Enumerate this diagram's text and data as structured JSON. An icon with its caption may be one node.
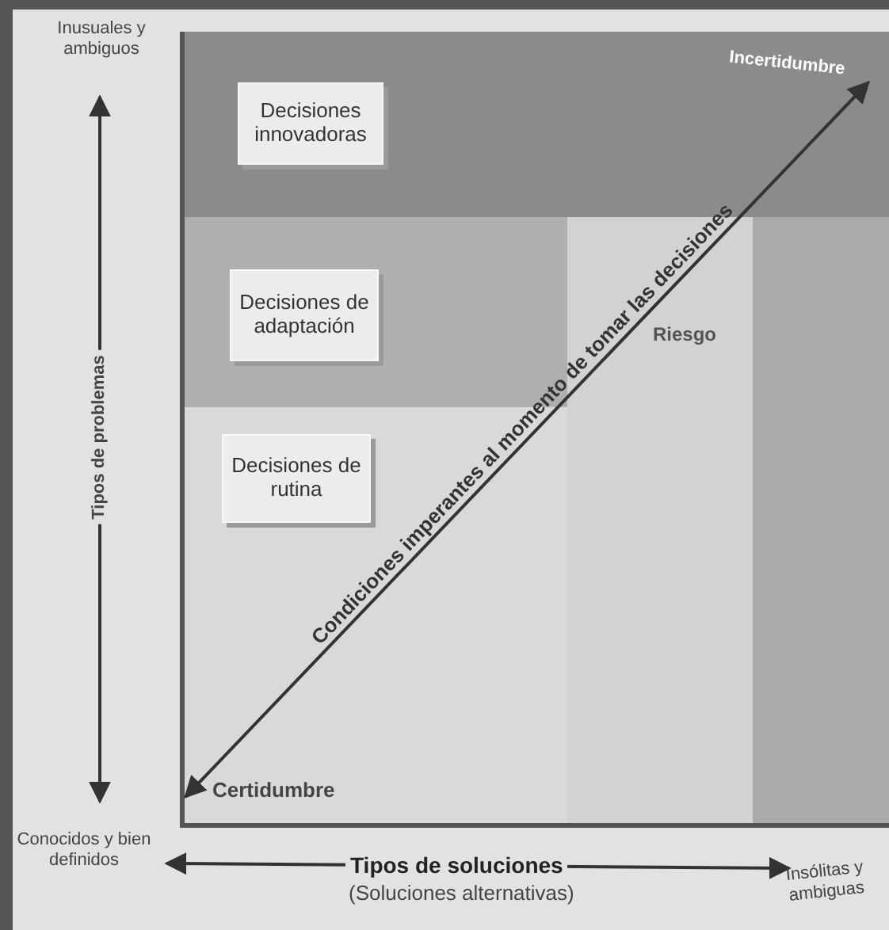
{
  "diagram": {
    "nodes": [
      {
        "text": [
          "Decisiones innovadoras"
        ]
      },
      {
        "text": [
          "Decisiones de adaptación"
        ]
      },
      {
        "text": [
          "Decisiones de rutina"
        ]
      }
    ],
    "labels": [
      "Inusuales y ambiguos",
      "Tipos de problemas",
      "Conocidos y bien definidos",
      "Incertidumbre",
      "Riesgo",
      "Condiciones imperantes al momento de tomar las decisiones",
      "Certidumbre",
      "Tipos de soluciones",
      "(Soluciones alternativas)",
      "Insólitas y ambiguas"
    ]
  }
}
